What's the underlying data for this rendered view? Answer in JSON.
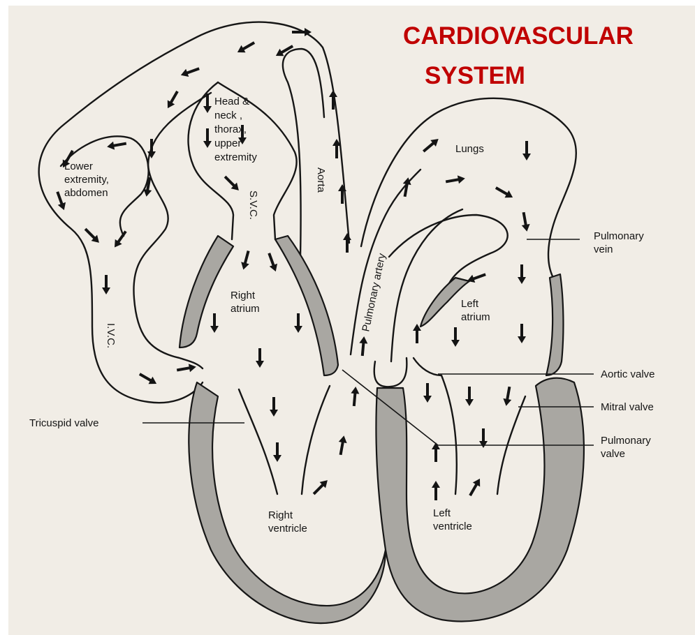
{
  "title": {
    "line1": "CARDIOVASCULAR",
    "line2": "SYSTEM",
    "color": "#c00000"
  },
  "labels": {
    "lower_extremity": [
      "Lower",
      "extremity,",
      "abdomen"
    ],
    "head_neck": [
      "Head &",
      "neck ,",
      "thorax,",
      "upper",
      "extremity"
    ],
    "svc": "S.V.C.",
    "ivc": "I.V.C.",
    "aorta": "Aorta",
    "pulmonary_artery": "Pulmonary artery",
    "lungs": "Lungs",
    "right_atrium": [
      "Right",
      "atrium"
    ],
    "left_atrium": [
      "Left",
      "atrium"
    ],
    "right_ventricle": [
      "Right",
      "ventricle"
    ],
    "left_ventricle": [
      "Left",
      "ventricle"
    ],
    "pulmonary_vein": [
      "Pulmonary",
      "vein"
    ],
    "aortic_valve": "Aortic valve",
    "mitral_valve": "Mitral valve",
    "pulmonary_valve": [
      "Pulmonary",
      "valve"
    ],
    "tricuspid_valve": "Tricuspid valve"
  },
  "colors": {
    "background": "#f1ede6",
    "muscle_wall": "#a9a7a2",
    "ink": "#161616"
  }
}
